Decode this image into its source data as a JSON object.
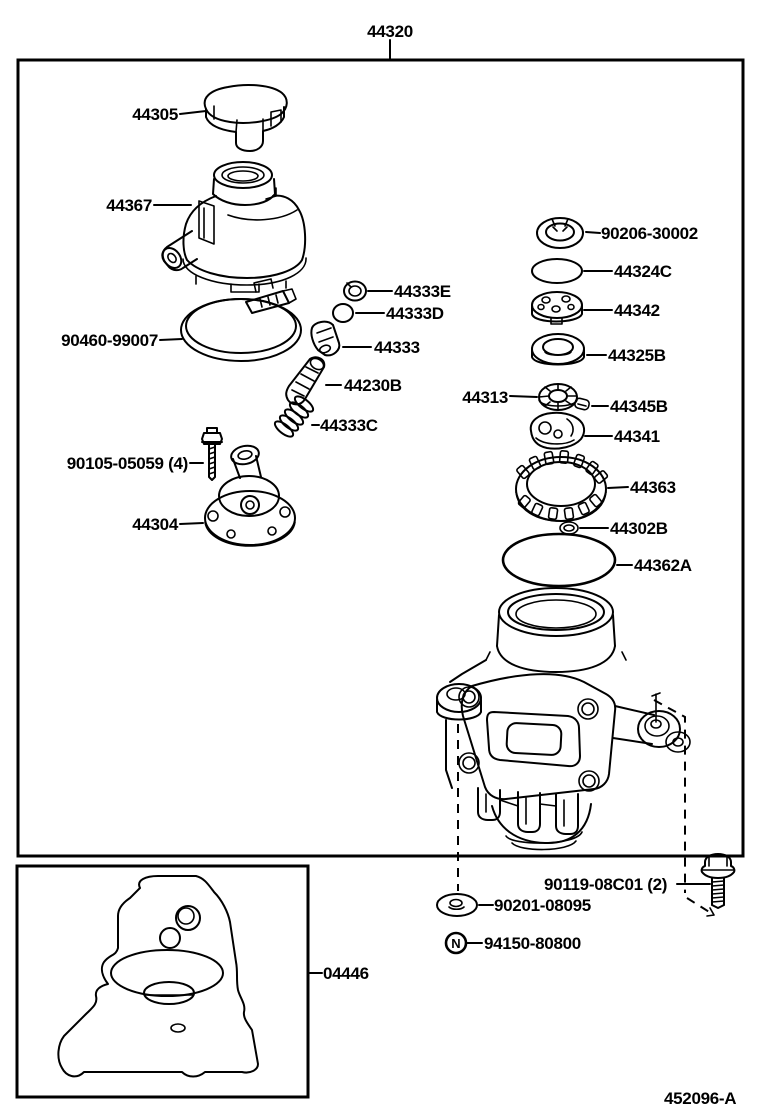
{
  "figure": {
    "assembly": "44320",
    "code": "452096-A",
    "nut_symbol": "N"
  },
  "parts": {
    "cap": "44305",
    "reservoir": "44367",
    "clamp": "90460-99007",
    "seal_e": "44333E",
    "oring_d": "44333D",
    "union_valve": "44333",
    "plunger": "44230B",
    "spring": "44333C",
    "flange_bolt": "90105-05059 (4)",
    "suction_flange": "44304",
    "snap_ring": "90206-30002",
    "oring_c": "44324C",
    "rear_plate": "44342",
    "seal_b": "44325B",
    "rotor": "44313",
    "vane": "44345B",
    "front_plate": "44341",
    "cam_ring": "44363",
    "oring_b": "44302B",
    "oring_a": "44362A",
    "mount_bolt": "90119-08C01 (2)",
    "washer": "90201-08095",
    "nut": "94150-80800",
    "gasket_kit": "04446"
  }
}
